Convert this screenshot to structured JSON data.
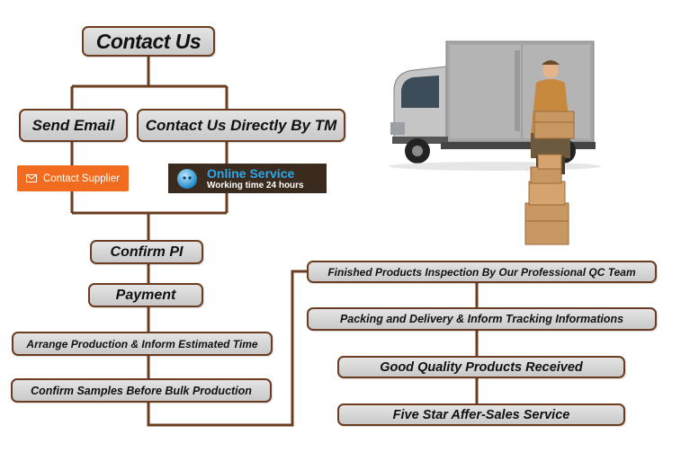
{
  "header": {
    "title": "Contact Us"
  },
  "contact_options": {
    "email": "Send Email",
    "tm": "Contact Us Directly By TM"
  },
  "buttons": {
    "contact_supplier": "Contact Supplier",
    "online_service_title": "Online Service",
    "online_service_hours": "Working time 24 hours"
  },
  "steps_left": [
    "Confirm PI",
    "Payment",
    "Arrange Production & Inform Estimated Time",
    "Confirm Samples Before Bulk Production"
  ],
  "steps_right": [
    "Finished Products Inspection By Our Professional QC Team",
    "Packing and Delivery & Inform Tracking Informations",
    "Good Quality Products Received",
    "Five Star Affer-Sales Service"
  ],
  "colors": {
    "connector": "#6b3c1f",
    "box_border": "#6b3c1f",
    "contact_button": "#f26c1f",
    "online_service_bg": "#3b2a1e",
    "online_service_text": "#29a9ec"
  },
  "icons": {
    "mail": "envelope-icon",
    "chat": "globe-chat-icon",
    "illustration": "delivery-truck-with-courier"
  }
}
